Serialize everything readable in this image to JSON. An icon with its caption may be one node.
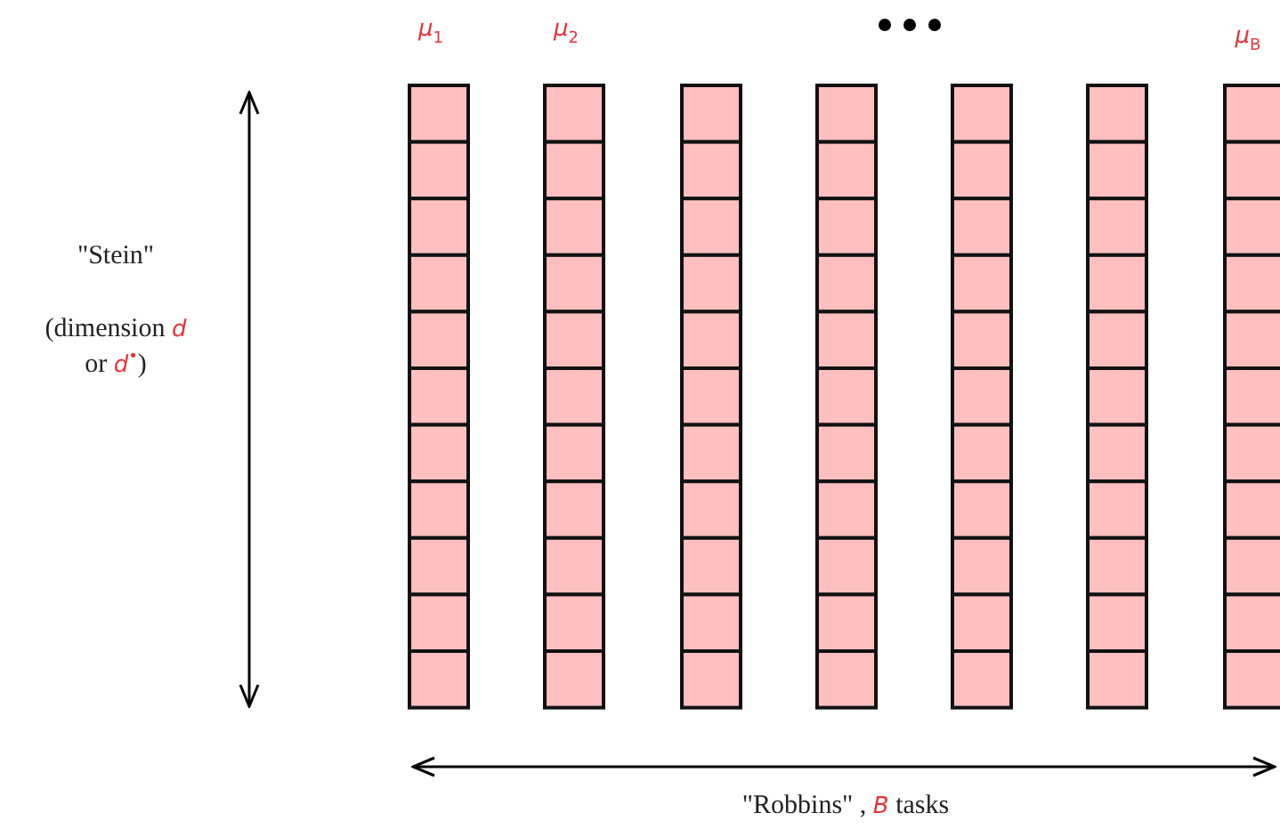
{
  "diagram": {
    "labels": [
      "*μ*$_{1}$",
      "*μ*$_{2}$",
      "*μ*$_{B}$",
      "\"Stein\"",
      "(dimension *d* or *d*$^{•}$)",
      "\"Robbins\" , *B* tasks"
    ]
  }
}
